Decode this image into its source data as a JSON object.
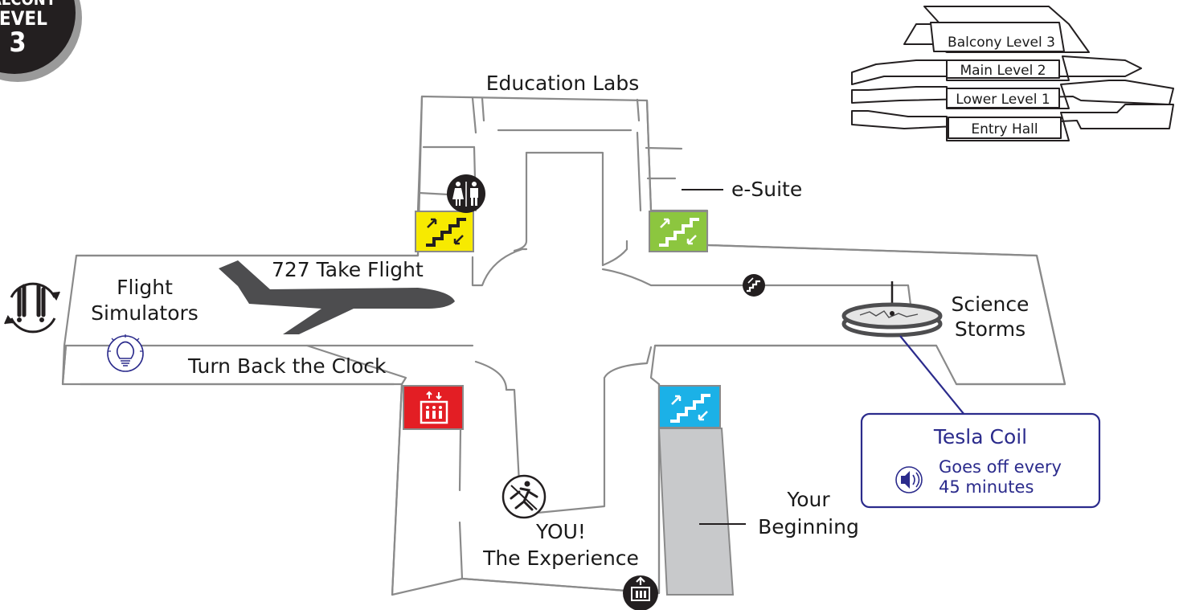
{
  "level_badge": {
    "line1": "BALCONY",
    "line2": "LEVEL",
    "number": "3"
  },
  "level_stack": {
    "levels": [
      "Balcony Level 3",
      "Main Level 2",
      "Lower Level 1",
      "Entry Hall"
    ],
    "current": "Balcony Level 3"
  },
  "areas": {
    "education_labs": "Education Labs",
    "e_suite": "e-Suite",
    "take_flight": "727 Take Flight",
    "flight_simulators_1": "Flight",
    "flight_simulators_2": "Simulators",
    "turn_back_clock": "Turn Back the Clock",
    "science_storms_1": "Science",
    "science_storms_2": "Storms",
    "you_1": "YOU!",
    "you_2": "The Experience",
    "your_beginning_1": "Your",
    "your_beginning_2": "Beginning"
  },
  "callout": {
    "title": "Tesla Coil",
    "line1": "Goes off every",
    "line2": "45 minutes"
  },
  "colors": {
    "stairs_yellow": "#f7ea00",
    "stairs_green": "#8cc63f",
    "stairs_blue": "#1bb1e7",
    "elevator_red": "#e31e24",
    "corridor_gray": "#c8c9cb",
    "callout_border": "#2b2b8c",
    "badge_dark": "#231f20"
  },
  "icons": [
    "restroom-icon",
    "stairs-icon",
    "elevator-icon",
    "escalator-icon",
    "exit-elevator-icon",
    "running-person-icon",
    "lightbulb-icon",
    "simulator-icon",
    "speaker-icon",
    "airplane-icon",
    "tesla-coil-icon"
  ]
}
